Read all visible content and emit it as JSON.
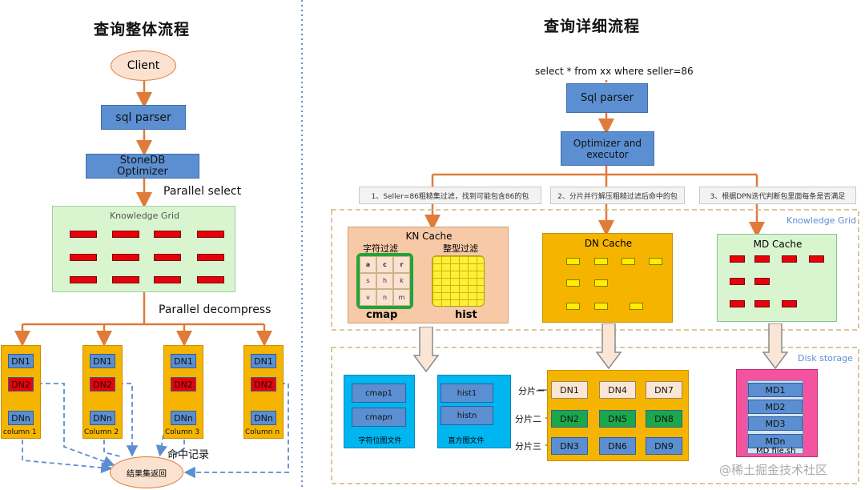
{
  "left": {
    "title": "查询整体流程",
    "client": "Client",
    "sql_parser": "sql parser",
    "optimizer_line1": "StoneDB",
    "optimizer_line2": "Optimizer",
    "parallel_select": "Parallel select",
    "knowledge_grid": "Knowledge Grid",
    "parallel_decompress": "Parallel decompress",
    "columns": [
      {
        "dn1": "DN1",
        "dn2": "DN2",
        "dnn": "DNn",
        "label": "column 1"
      },
      {
        "dn1": "DN1",
        "dn2": "DN2",
        "dnn": "DNn",
        "label": "Column 2"
      },
      {
        "dn1": "DN1",
        "dn2": "DN2",
        "dnn": "DNn",
        "label": "Column 3"
      },
      {
        "dn1": "DN1",
        "dn2": "DN2",
        "dnn": "DNn",
        "label": "Column n"
      }
    ],
    "hit_record": "命中记录",
    "result_set": "结果集返回"
  },
  "right": {
    "title": "查询详细流程",
    "query": "select * from xx where seller=86",
    "sql_parser": "Sql parser",
    "executor_line1": "Optimizer and",
    "executor_line2": "executor",
    "step1": "1、Seller=86粗糙集过滤，找到可能包含86的包",
    "step2": "2、分片并行解压粗糙过滤后命中的包",
    "step3": "3、根据DPN迭代判断包里面每条是否满足",
    "knowledge_grid": "Knowledge Grid",
    "kn_cache": "KN Cache",
    "char_filter": "字符过滤",
    "int_filter": "整型过滤",
    "cmap": "cmap",
    "hist": "hist",
    "cmap_cells": [
      "a",
      "c",
      "r",
      "s",
      "h",
      "k",
      "v",
      "n",
      "m"
    ],
    "dn_cache": "DN Cache",
    "md_cache": "MD Cache",
    "disk_storage": "Disk storage",
    "cmap1": "cmap1",
    "cmapn": "cmapn",
    "char_bitmap_file": "字符位图文件",
    "hist1": "hist1",
    "histn": "histn",
    "histogram_file": "直方图文件",
    "shard1": "分片一",
    "shard2": "分片二",
    "shard3": "分片三",
    "dn_grid": [
      "DN1",
      "DN4",
      "DN7",
      "DN2",
      "DN5",
      "DN8",
      "DN3",
      "DN6",
      "DN9"
    ],
    "md": [
      "MD1",
      "MD2",
      "MD3",
      "MDn"
    ],
    "md_file": "MD file.sh",
    "watermark": "@稀土掘金技术社区"
  },
  "colors": {
    "blue": "#5b8fd1",
    "orange_line": "#e07b39",
    "red": "#e8000b",
    "yellow_bar": "#ffee00",
    "column_orange": "#f5b400",
    "green_panel": "#d8f5d0",
    "peach_panel": "#f7c9a6",
    "pink_panel": "#f4549f",
    "cyan_panel": "#00b6f0",
    "green_dn": "#1aa84a"
  }
}
